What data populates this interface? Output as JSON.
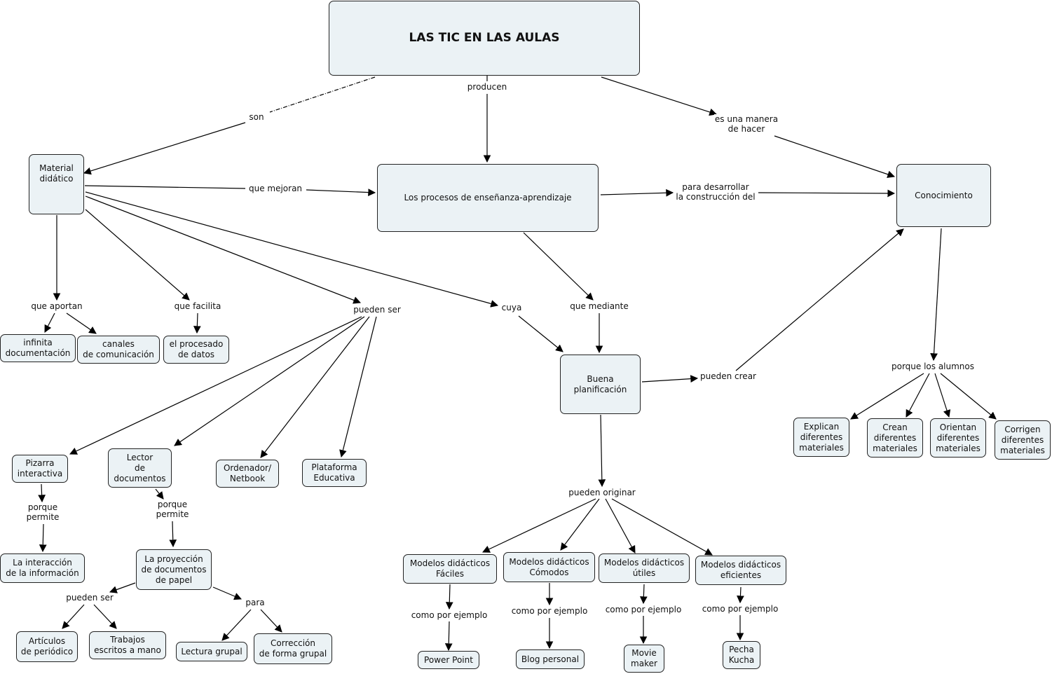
{
  "title": "LAS TIC EN LAS AULAS",
  "concepts": {
    "tic": "LAS TIC EN LAS AULAS",
    "material": "Material\ndidático",
    "procesos": "Los procesos de enseñanza-aprendizaje",
    "conocimiento": "Conocimiento",
    "infinita": "infinita\ndocumentación",
    "canales": "canales\nde comunicación",
    "procesado": "el procesado\nde datos",
    "pizarra": "Pizarra\ninteractiva",
    "lector": "Lector\nde\ndocumentos",
    "ordenador": "Ordenador/\nNetbook",
    "plataforma": "Plataforma\nEducativa",
    "interaccion": "La interacción\nde la información",
    "proyeccion": "La proyección\nde documentos\nde papel",
    "articulos": "Artículos\nde periódico",
    "trabajos": "Trabajos\nescritos a mano",
    "lectura": "Lectura grupal",
    "correccion": "Corrección\nde forma grupal",
    "buena": "Buena\nplanificación",
    "faciles": "Modelos didácticos\nFáciles",
    "comodos": "Modelos didácticos\nCómodos",
    "utiles": "Modelos didácticos\nútiles",
    "eficientes": "Modelos didácticos\neficientes",
    "powerpoint": "Power Point",
    "blog": "Blog personal",
    "movie": "Movie\nmaker",
    "pecha": "Pecha\nKucha",
    "explican": "Explican\ndiferentes\nmateriales",
    "crean": "Crean\ndiferentes\nmateriales",
    "orientan": "Orientan\ndiferentes\nmateriales",
    "corrigen": "Corrigen\ndiferentes\nmateriales"
  },
  "links": {
    "son": "son",
    "producen": "producen",
    "manera": "es una manera\nde hacer",
    "mejoran": "que mejoran",
    "desarrollar": "para desarrollar\nla construcción del",
    "aportan": "que aportan",
    "facilita": "que facilita",
    "pueden_ser": "pueden ser",
    "cuya": "cuya",
    "mediante": "que mediante",
    "pueden_crear": "pueden crear",
    "porque_alumnos": "porque los alumnos",
    "porque1": "porque\npermite",
    "porque2": "porque\npermite",
    "pueden_ser2": "pueden ser",
    "para": "para",
    "originar": "pueden originar",
    "ejemplo1": "como por ejemplo",
    "ejemplo2": "como por ejemplo",
    "ejemplo3": "como por ejemplo",
    "ejemplo4": "como por ejemplo"
  }
}
